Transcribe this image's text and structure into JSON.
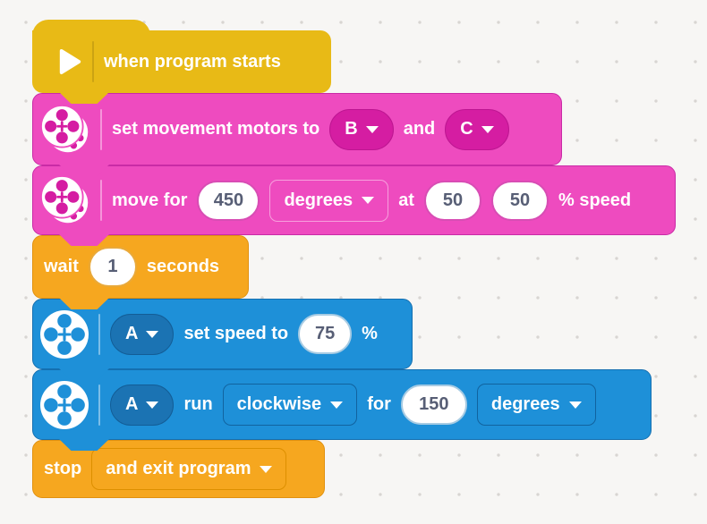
{
  "palette": {
    "canvas_bg": "#f7f6f4",
    "dot_color": "#d8d5d2",
    "yellow": "#e8ba16",
    "pink": "#ee4bbf",
    "pink_dark": "#d51da2",
    "orange": "#f6a71f",
    "blue": "#1e90d8",
    "blue_dark": "#1b73b3",
    "input_text": "#575e75"
  },
  "icons": {
    "hat": "play-icon",
    "movement": "double-motor-icon",
    "motor": "motor-icon",
    "dropdown": "dropdown-arrow-icon"
  },
  "blocks": [
    {
      "name": "when-program-starts",
      "label": "when program starts"
    },
    {
      "name": "set-movement-motors",
      "text1": "set movement motors to",
      "port1": "B",
      "text2": "and",
      "port2": "C"
    },
    {
      "name": "move-for",
      "text1": "move for",
      "value": "450",
      "unit": "degrees",
      "text2": "at",
      "speed1": "50",
      "speed2": "50",
      "text3": "% speed"
    },
    {
      "name": "wait",
      "text1": "wait",
      "value": "1",
      "text2": "seconds"
    },
    {
      "name": "set-speed",
      "port": "A",
      "text1": "set speed to",
      "value": "75",
      "text2": "%"
    },
    {
      "name": "run-motor",
      "port": "A",
      "text1": "run",
      "direction": "clockwise",
      "text2": "for",
      "value": "150",
      "unit": "degrees"
    },
    {
      "name": "stop",
      "text1": "stop",
      "option": "and exit program"
    }
  ]
}
